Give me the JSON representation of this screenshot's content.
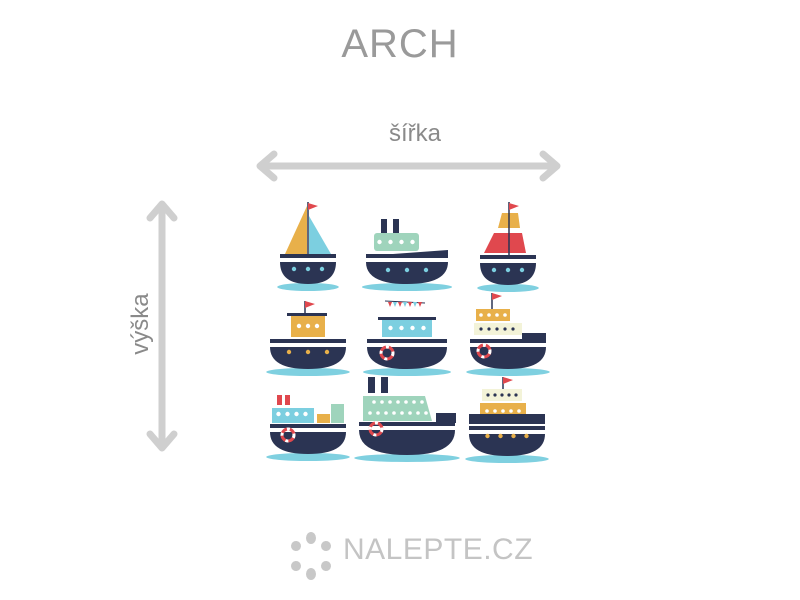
{
  "title": "ARCH",
  "width_label": "šířka",
  "height_label": "výška",
  "brand": "NALEPTE.CZ",
  "colors": {
    "navy": "#2b3453",
    "water": "#7fd0e0",
    "red": "#e0484e",
    "yellow": "#e8b04a",
    "lightblue": "#7ccfe0",
    "mint": "#9fd4bc",
    "cream": "#f3f3d8",
    "arrow": "#cfcfcf"
  }
}
